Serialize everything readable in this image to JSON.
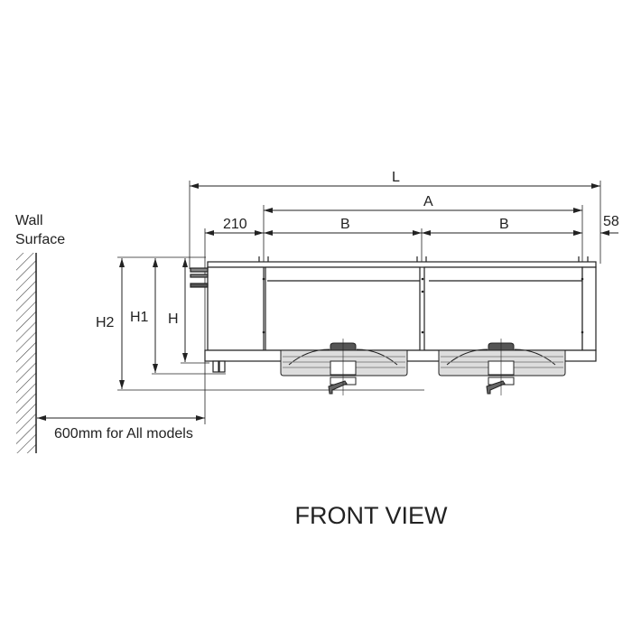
{
  "wall_label": {
    "line1": "Wall",
    "line2": "Surface"
  },
  "clearance_label": "600mm for All models",
  "dimensions": {
    "L": "L",
    "A": "A",
    "B1": "B",
    "B2": "B",
    "left_offset": "210",
    "right_offset": "58",
    "H": "H",
    "H1": "H1",
    "H2": "H2"
  },
  "view_title": "FRONT VIEW",
  "colors": {
    "line": "#222222",
    "background": "#ffffff"
  }
}
